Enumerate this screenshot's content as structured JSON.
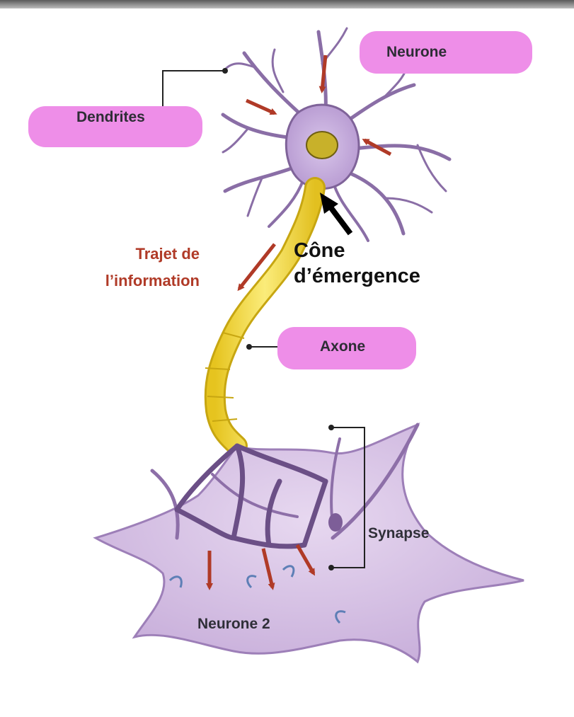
{
  "labels": {
    "neurone": "Neurone",
    "dendrites": "Dendrites",
    "cone": "Cône d’émergence",
    "trajet_line1": "Trajet de",
    "trajet_line2": "l’information",
    "axone": "Axone",
    "synapse": "Synapse",
    "neurone2": "Neurone 2"
  },
  "colors": {
    "highlight": "#ee8ee8",
    "arrow_red": "#b03a27",
    "axon_yellow": "#f3dc4a",
    "cell_purple": "#c9b0dc",
    "nucleus": "#c8b12a"
  },
  "icons": {
    "pointer_arrow": "black-arrow-icon",
    "flow_arrows": "red-arrow-icon"
  }
}
